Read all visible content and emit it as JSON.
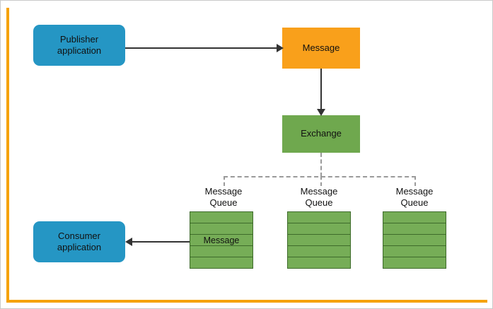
{
  "colors": {
    "blue": "#2596c4",
    "orange": "#f9a01b",
    "green": "#6fa84e",
    "row_green": "#76ad57",
    "row_border": "#3e6b2b",
    "frame_orange": "#f5a20a",
    "line": "#333333",
    "dash": "#9a9a9a"
  },
  "nodes": {
    "publisher": {
      "label": "Publisher application"
    },
    "message": {
      "label": "Message"
    },
    "exchange": {
      "label": "Exchange"
    },
    "consumer": {
      "label": "Consumer application"
    }
  },
  "queues": [
    {
      "label": "Message Queue",
      "message_row_label": "Message"
    },
    {
      "label": "Message Queue"
    },
    {
      "label": "Message Queue"
    }
  ]
}
